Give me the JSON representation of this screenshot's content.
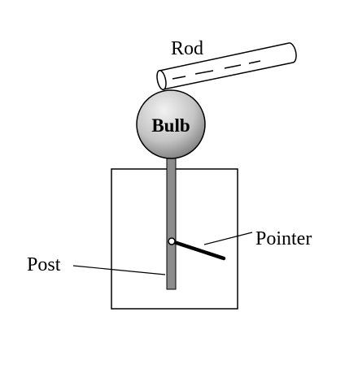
{
  "diagram": {
    "labels": {
      "rod": "Rod",
      "bulb": "Bulb",
      "pointer": "Pointer",
      "post": "Post"
    },
    "colors": {
      "line": "#000000",
      "post_fill": "#8c8c8c",
      "bulb_light": "#f2f2f2",
      "bulb_dark": "#7a7a7a",
      "rod_fill": "#ffffff",
      "background": "#ffffff"
    }
  }
}
